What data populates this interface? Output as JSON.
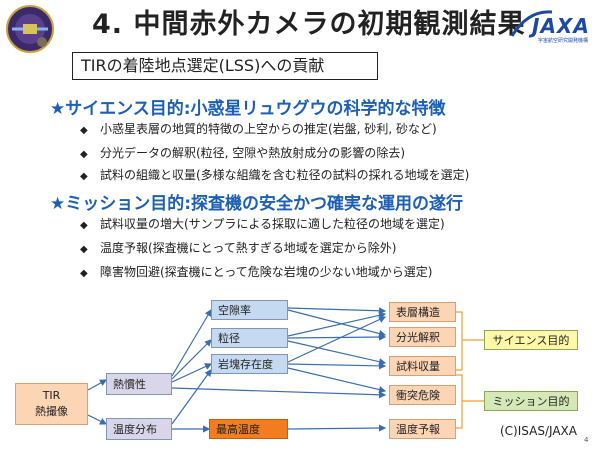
{
  "title": "4. 中間赤外カメラの初期観測結果",
  "agency": {
    "logo_text": "JAXA",
    "sub_text": "宇宙航空研究開発機構"
  },
  "subtitle": "TIRの着陸地点選定(LSS)への貢献",
  "science_goal": {
    "heading": "★サイエンス目的:小惑星リュウグウの科学的な特徴",
    "bullets": [
      "小惑星表層の地質的特徴の上空からの推定(岩盤, 砂利, 砂など)",
      "分光データの解釈(粒径, 空隙や熱放射成分の影響の除去)",
      "試料の組織と収量(多様な組織を含む粒径の試料の採れる地域を選定)"
    ]
  },
  "mission_goal": {
    "heading": "★ミッション目的:探査機の安全かつ確実な運用の遂行",
    "bullets": [
      "試料収量の増大(サンプラによる採取に適した粒径の地域を選定)",
      "温度予報(探査機にとって熱すぎる地域を選定から除外)",
      "障害物回避(探査機にとって危険な岩塊の少ない地域から選定)"
    ]
  },
  "bullet_marker": "◆",
  "diagram": {
    "source": {
      "line1": "TIR",
      "line2": "熱撮像"
    },
    "level1": [
      "熱慣性",
      "温度分布"
    ],
    "level2": [
      "空隙率",
      "粒径",
      "岩塊存在度",
      "最高温度"
    ],
    "outputs": [
      "表層構造",
      "分光解釈",
      "試料収量",
      "衝突危険",
      "温度予報"
    ],
    "goals": [
      "サイエンス目的",
      "ミッション目的"
    ]
  },
  "copyright": "(C)ISAS/JAXA",
  "page_number": "4",
  "colors": {
    "heading_blue": "#1c5fb5",
    "orange": "#f27c1e",
    "lavender": "#d9d6ea",
    "light_blue": "#c5d9f1",
    "peach": "#fcd5b5",
    "yellow": "#fff8a8",
    "green": "#d5e8b8"
  }
}
